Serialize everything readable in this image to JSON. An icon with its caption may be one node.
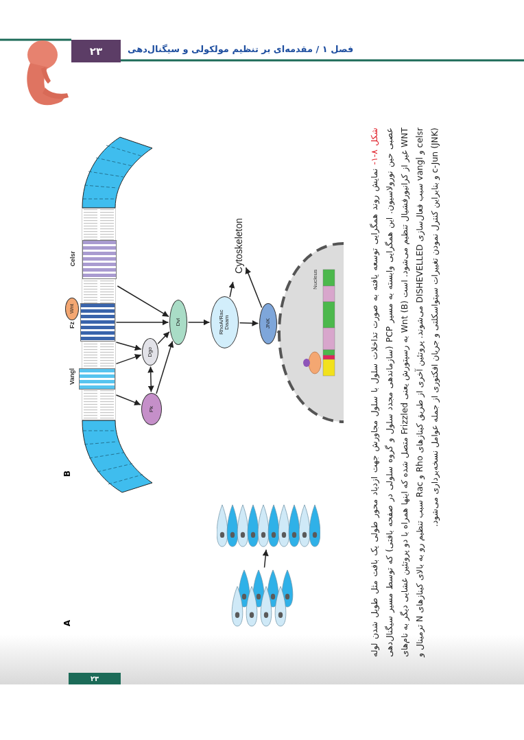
{
  "diagram": {
    "title": "فصل ۱ / مقدمه‌ای بر تنظیم مولکولی و سیگنال‌دهی",
    "caption": "نمایش روند همگرایی توسعه یافته به صورت تداخلات سلول با سلول مجاورش جهت ازدیاد محور طولی یک بافت مثل طویل شدن لوله عصبی حین نورولاسیون. این همگرایی وابسته به مسیر PCP (سازماندهی مجدد سلول و گروه سلولی در صفحه بافتی) که توسط مسیر سیگنال‌دهی WNT غیر از کرانیورفشیال تنظیم می‌شود. است (B) Wnt به رسپتورش یعنی Frizzled متصل شده که اینها همراه با دو پروتئین غشایی دیگر به نام‌های celsr و vangl سبب فعال‌سازی DISHEVELLED می‌شوند. پروتئین آخری از طریق کینازهای Rho و Rac سبب تنظیم رو به بالای کینازهای N ترمینال و c-Jun (JNK) و بنابراین کنترل نمودن تغییرات سیتواسکلتی و جریان افکتوری از جمله عوامل نسخه‌برداری می‌شود.",
    "nodes": [
      {
        "text": [
          "Vangl"
        ]
      },
      {
        "text": [
          "Fz"
        ]
      },
      {
        "text": [
          "Wnt"
        ]
      },
      {
        "text": [
          "Celsr"
        ]
      },
      {
        "text": [
          "Pk"
        ]
      },
      {
        "text": [
          "Dgo"
        ]
      },
      {
        "text": [
          "Dvl"
        ]
      },
      {
        "text": [
          "RhoA/Rac Daam"
        ]
      },
      {
        "text": [
          "JNK"
        ]
      },
      {
        "text": [
          "Cytoskeleton"
        ]
      },
      {
        "text": [
          "Nucleus"
        ]
      },
      {
        "text": [],
        "shape": "circle",
        "in": 10
      },
      {
        "text": [],
        "shape": "picture"
      },
      {
        "text": [],
        "shape": "picture"
      }
    ],
    "edges": [
      {
        "from": 3,
        "to": 6,
        "arrow": "to"
      },
      {
        "from": 1,
        "to": 6,
        "arrow": "to"
      },
      {
        "from": 1,
        "to": 5,
        "arrow": "to"
      },
      {
        "from": 0,
        "to": 5,
        "arrow": "to"
      },
      {
        "from": 0,
        "to": 4,
        "arrow": "to"
      },
      {
        "from": 5,
        "to": 4,
        "arrow": "both"
      },
      {
        "from": 5,
        "to": 6,
        "arrow": "to"
      },
      {
        "from": 4,
        "to": 6,
        "arrow": "to"
      },
      {
        "from": 6,
        "to": 7,
        "arrow": "to"
      },
      {
        "from": 7,
        "to": 8,
        "arrow": "to"
      },
      {
        "from": 7,
        "to": 9,
        "arrow": "to"
      },
      {
        "from": 8,
        "to": 9,
        "arrow": "to"
      },
      {
        "from": 8,
        "to": 11,
        "arrow": "to"
      },
      {
        "from": 13,
        "to": 12,
        "arrow": "to"
      }
    ],
    "labels": [
      "۲۳",
      "A",
      "B",
      "شکل ۸-۱-",
      "۲۳"
    ]
  }
}
